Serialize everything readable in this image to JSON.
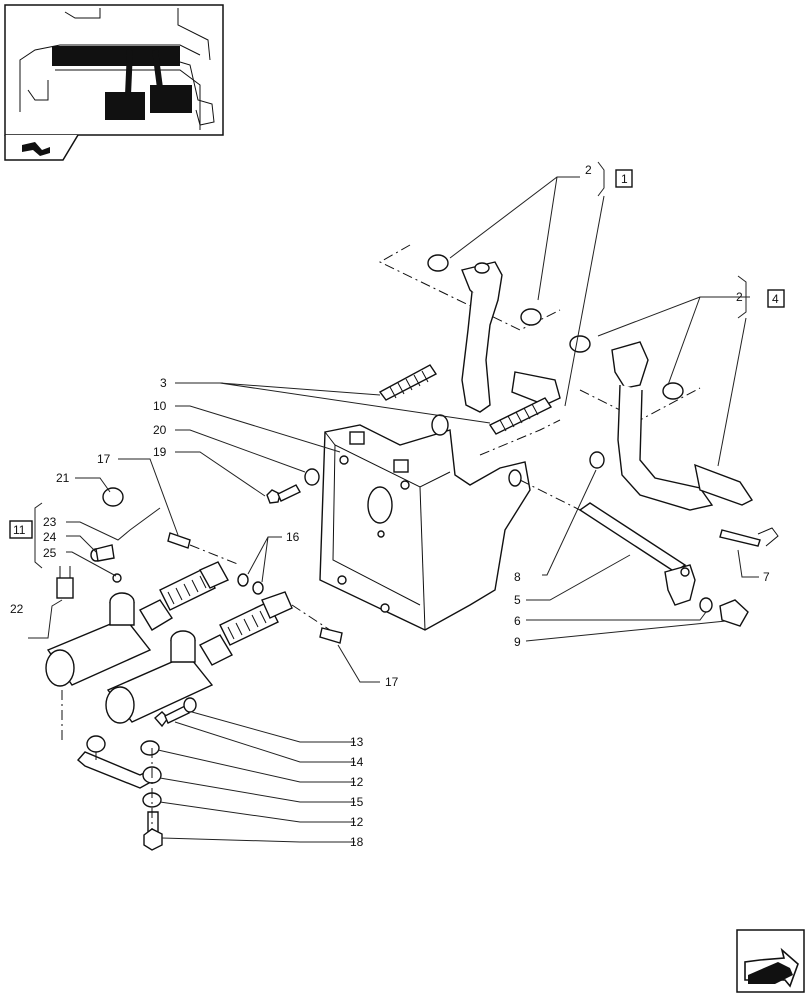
{
  "callouts": [
    {
      "id": "c-2a",
      "text": "2"
    },
    {
      "id": "c-1",
      "text": "1"
    },
    {
      "id": "c-2b",
      "text": "2"
    },
    {
      "id": "c-4",
      "text": "4"
    },
    {
      "id": "c-3",
      "text": "3"
    },
    {
      "id": "c-10",
      "text": "10"
    },
    {
      "id": "c-20",
      "text": "20"
    },
    {
      "id": "c-19",
      "text": "19"
    },
    {
      "id": "c-17a",
      "text": "17"
    },
    {
      "id": "c-21",
      "text": "21"
    },
    {
      "id": "c-16",
      "text": "16"
    },
    {
      "id": "c-11",
      "text": "11"
    },
    {
      "id": "c-23",
      "text": "23"
    },
    {
      "id": "c-24",
      "text": "24"
    },
    {
      "id": "c-25",
      "text": "25"
    },
    {
      "id": "c-22",
      "text": "22"
    },
    {
      "id": "c-17b",
      "text": "17"
    },
    {
      "id": "c-8",
      "text": "8"
    },
    {
      "id": "c-7",
      "text": "7"
    },
    {
      "id": "c-5",
      "text": "5"
    },
    {
      "id": "c-6",
      "text": "6"
    },
    {
      "id": "c-9",
      "text": "9"
    },
    {
      "id": "c-13",
      "text": "13"
    },
    {
      "id": "c-14",
      "text": "14"
    },
    {
      "id": "c-12a",
      "text": "12"
    },
    {
      "id": "c-15",
      "text": "15"
    },
    {
      "id": "c-12b",
      "text": "12"
    },
    {
      "id": "c-18",
      "text": "18"
    }
  ],
  "icons": {
    "thumbnail": "tractor-pedal-location-thumbnail",
    "section": "section-arrow-icon",
    "next_page": "next-page-arrow-icon"
  }
}
